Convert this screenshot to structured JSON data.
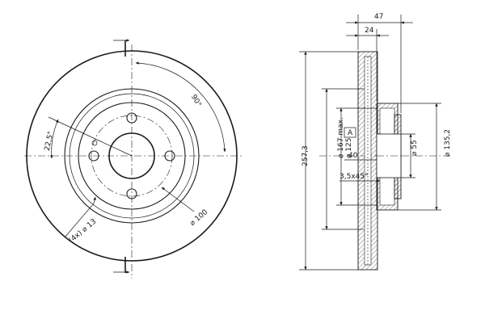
{
  "front_view": {
    "angle_90": "90°",
    "angle_22_5": "22,5°",
    "bolt_holes": "(4x) ⌀ 13",
    "pcd": "⌀ 100"
  },
  "section_view": {
    "overall_width": "47",
    "hat_width": "24",
    "outer_diameter": "257,3",
    "max_diameter": "⌀ 167 max.",
    "hub_diameter": "⌀ 125",
    "center_bore": "⌀ 55",
    "flange_diameter": "⌀ 135,2",
    "hub_thickness": "40",
    "chamfer": "3,5x45°",
    "box_label": "A"
  }
}
